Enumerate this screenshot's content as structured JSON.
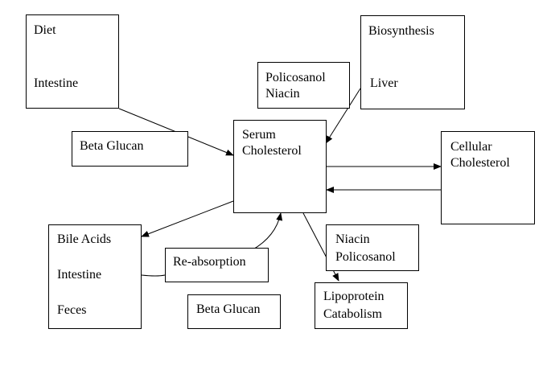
{
  "diet_box": {
    "top": "Diet",
    "bottom": "Intestine"
  },
  "biosynthesis_box": {
    "top": "Biosynthesis",
    "bottom": "Liver"
  },
  "policosanol_niacin_top": {
    "line1": "Policosanol",
    "line2": "Niacin"
  },
  "beta_glucan_top": {
    "label": "Beta Glucan"
  },
  "serum_box": {
    "line1": "Serum",
    "line2": "Cholesterol"
  },
  "cellular_box": {
    "line1": "Cellular",
    "line2": "Cholesterol"
  },
  "bile_box": {
    "line1": "Bile Acids",
    "line2": "Intestine",
    "line3": "Feces"
  },
  "reabsorption": {
    "label": "Re-absorption"
  },
  "beta_glucan_bottom": {
    "label": "Beta Glucan"
  },
  "niacin_policosanol_bottom": {
    "line1": "Niacin",
    "line2": "Policosanol"
  },
  "lipoprotein_box": {
    "line1": "Lipoprotein",
    "line2": "Catabolism"
  },
  "colors": {
    "line": "#000000",
    "background": "#ffffff"
  }
}
